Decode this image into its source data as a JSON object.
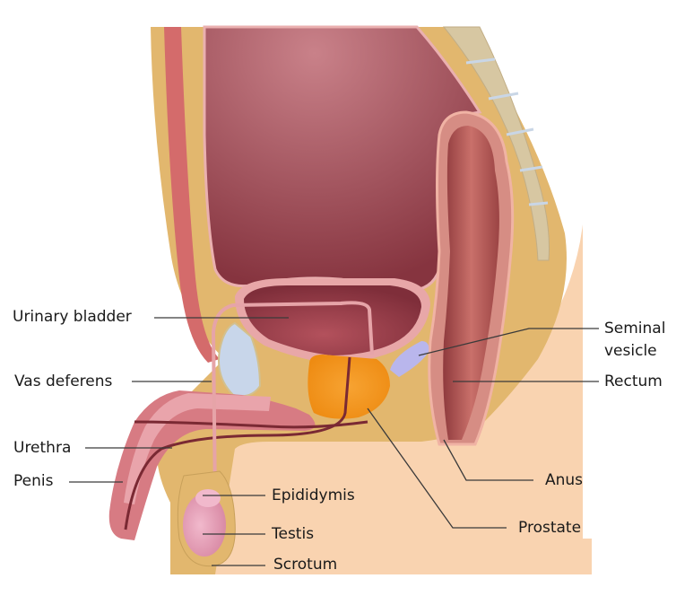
{
  "diagram": {
    "type": "anatomical-sagittal-section",
    "subject": "Male pelvic anatomy",
    "colors": {
      "background": "#ffffff",
      "skin": "#f9d3b0",
      "fat_tissue": "#e2b76e",
      "abdominal_cavity": "#8e3e4a",
      "bladder": "#8a3c47",
      "bladder_wall": "#e8a7a8",
      "prostate": "#f39a1e",
      "seminal_vesicle": "#b9b6ec",
      "pubic_bone": "#c8d6ea",
      "rectum": "#b65a55",
      "penis": "#d77b83",
      "testis": "#e6a3bd",
      "spine": "#d7c7a2",
      "label_text": "#1a1a1a",
      "leader_line": "#3a3a3a"
    }
  },
  "labels": {
    "urinary_bladder": "Urinary bladder",
    "vas_deferens": "Vas deferens",
    "urethra": "Urethra",
    "penis": "Penis",
    "epididymis": "Epididymis",
    "testis": "Testis",
    "scrotum": "Scrotum",
    "seminal_vesicle_line1": "Seminal",
    "seminal_vesicle_line2": "vesicle",
    "rectum": "Rectum",
    "anus": "Anus",
    "prostate": "Prostate"
  }
}
